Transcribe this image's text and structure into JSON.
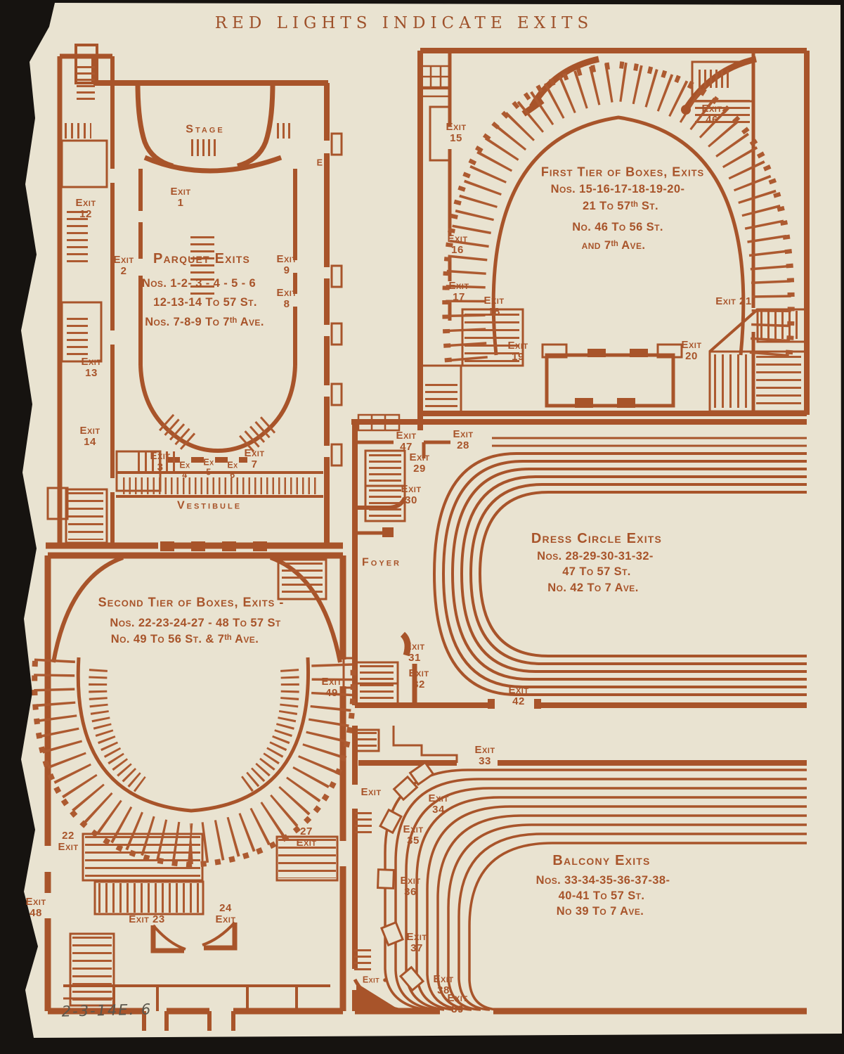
{
  "page": {
    "title": "RED LIGHTS INDICATE EXITS",
    "handwritten_note": "2-3-14E. 6",
    "colors": {
      "ink": "#a8542a",
      "paper": "#e9e3d1",
      "pencil": "#5a564c"
    }
  },
  "plans": {
    "parquet": {
      "stage": "Stage",
      "vestibule": "Vestibule",
      "heading": "Parquet Exits",
      "lines": [
        "Nos. 1-2- 3 - 4 - 5 - 6",
        "12-13-14 To 57 St.",
        "Nos. 7-8-9 To 7ᵗʰ Ave."
      ],
      "exits": [
        "Exit\n1",
        "Exit\n12",
        "Exit\n2",
        "Exit\n9",
        "Exit\n8",
        "Exit\n13",
        "Exit\n14",
        "Exit\n3",
        "Ex\n4",
        "Ex\n5",
        "Ex\n6",
        "Exit\n7",
        "E"
      ]
    },
    "first_tier": {
      "heading": "First Tier of Boxes, Exits",
      "lines": [
        "Nos. 15-16-17-18-19-20-",
        "21 To 57ᵗʰ St.",
        "No. 46 To 56 St.",
        "and 7ᵗʰ Ave."
      ],
      "exits": [
        "Exit\n15",
        "Exit\n16",
        "Exit\n17",
        "Exit\n18",
        "Exit\n19",
        "Exit\n20",
        "Exit 21",
        "Exit\n46"
      ]
    },
    "dress_circle": {
      "foyer": "Foyer",
      "heading": "Dress Circle Exits",
      "lines": [
        "Nos. 28-29-30-31-32-",
        "47 To 57 St.",
        "No. 42 To 7 Ave."
      ],
      "exits": [
        "Exit\n47",
        "Exit\n28",
        "Exit\n29",
        "Exit\n30",
        "Exit\n31",
        "Exit\n32",
        "Exit\n42"
      ]
    },
    "second_tier": {
      "heading": "Second Tier of Boxes, Exits -",
      "lines": [
        "Nos. 22-23-24-27 - 48 To 57 St",
        "No. 49 To 56 St. & 7ᵗʰ Ave."
      ],
      "exits": [
        "Exit\n49",
        "22\nExit",
        "27\nExit",
        "Exit\n48",
        "Exit 23",
        "24\nExit"
      ]
    },
    "balcony": {
      "heading": "Balcony Exits",
      "lines": [
        "Nos. 33-34-35-36-37-38-",
        "40-41 To 57 St.",
        "No 39 To 7 Ave."
      ],
      "exits": [
        "Exit\n33",
        "Exit",
        "Exit\n34",
        "Exit\n35",
        "Exit\n36",
        "Exit\n37",
        "Exit\n38",
        "Exit\n39",
        "Exit ●"
      ]
    }
  }
}
